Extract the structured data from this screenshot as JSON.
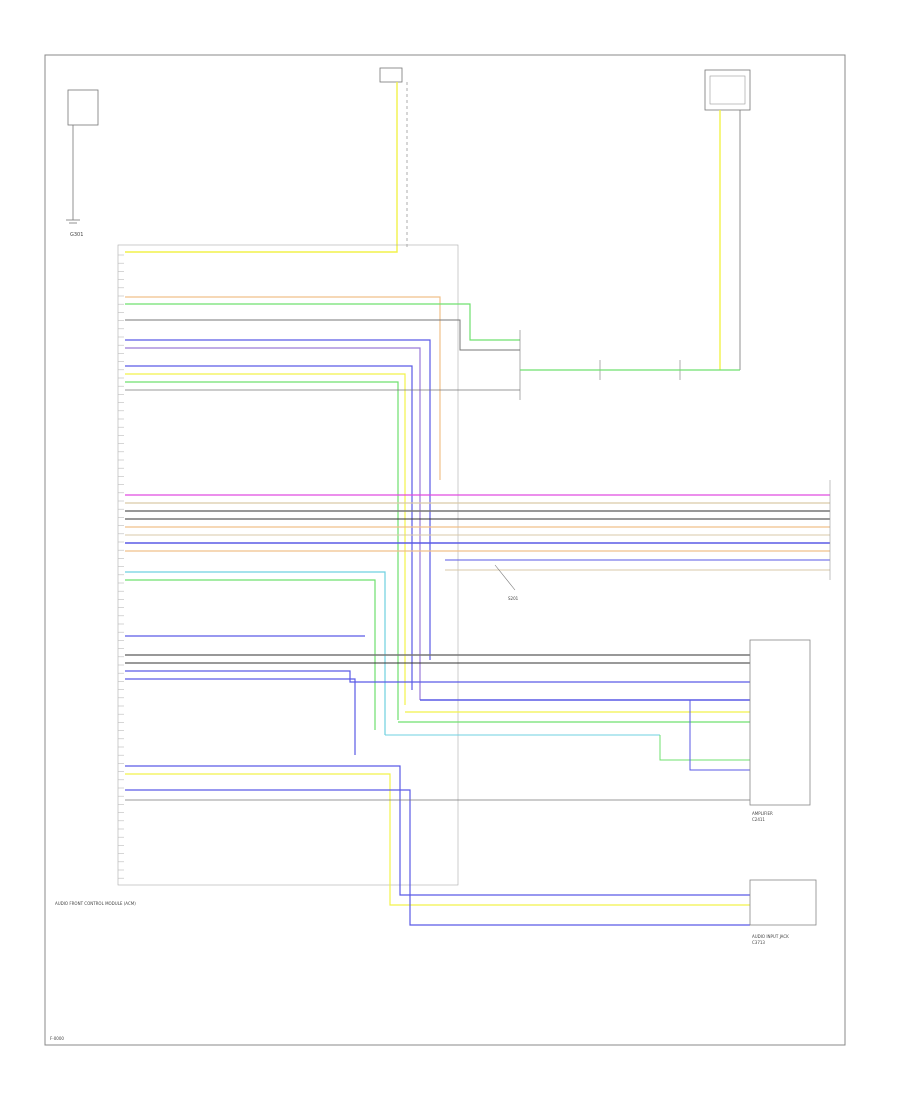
{
  "diagram": {
    "corner_label": "F-0000",
    "ground_label": "G301",
    "splice_label": "S201",
    "module_label": "AUDIO FRONT CONTROL MODULE (ACM)",
    "module_sub_label": "",
    "right_module_label": "AMPLIFIER",
    "right_module_sub": "C2411",
    "aux_label": "AUDIO INPUT JACK",
    "aux_sub": "C3713"
  },
  "colors": {
    "yellow": "#f2f24a",
    "green": "#6fe06f",
    "blue": "#5a5ae6",
    "magenta": "#e04ce0",
    "gray": "#777777",
    "orange": "#f0c08a",
    "tan": "#d9c9a8",
    "black": "#333333",
    "cyan": "#6fd0e0",
    "violet": "#9a7ad8"
  }
}
